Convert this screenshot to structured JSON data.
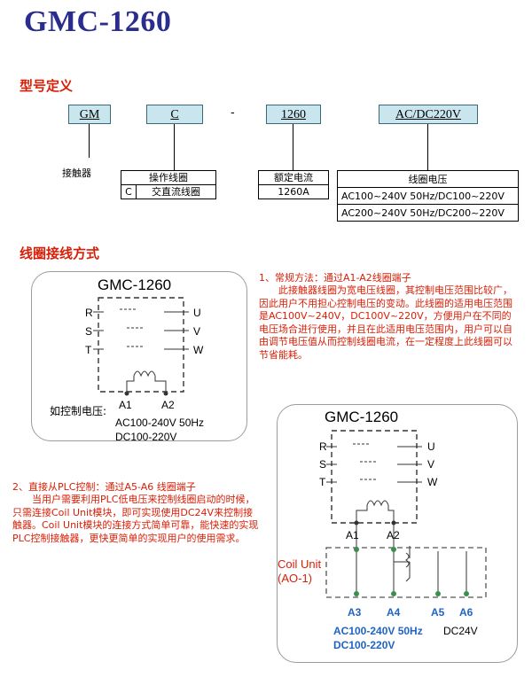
{
  "title": "GMC-1260",
  "model_section": {
    "heading": "型号定义",
    "code_parts": [
      "GM",
      "C",
      "-",
      "1260",
      "AC/DC220V"
    ],
    "gm_desc": "接触器",
    "coil_op": {
      "header": "操作线圈",
      "code": "C",
      "desc": "交直流线圈"
    },
    "rated_current": {
      "header": "额定电流",
      "value": "1260A"
    },
    "coil_voltage": {
      "header": "线圈电压",
      "rows": [
        "AC100~240V 50Hz/DC100~220V",
        "AC200~240V 50Hz/DC200~220V"
      ]
    }
  },
  "wiring_section": {
    "heading": "线圈接线方式",
    "diagram1": {
      "title": "GMC-1260",
      "left_terminals": [
        "R",
        "S",
        "T"
      ],
      "right_terminals": [
        "U",
        "V",
        "W"
      ],
      "coil_terminals": [
        "A1",
        "A2"
      ],
      "control_voltage_label": "如控制电压:",
      "voltage_lines": [
        "AC100-240V  50Hz",
        "DC100-220V"
      ]
    },
    "method1": {
      "heading": "1、常规方法：通过A1-A2线圈端子",
      "body": "此接触器线圈为宽电压线圈，其控制电压范围比较广，因此用户不用担心控制电压的变动。此线圈的适用电压范围是AC100V~240V，DC100V~220V，方便用户在不同的电压场合进行使用，并且在此适用电压范围内，用户可以自由调节电压值从而控制线圈电流，在一定程度上此线圈可以节省能耗。"
    },
    "method2": {
      "heading": "2、直接从PLC控制：通过A5-A6 线圈端子",
      "body": "当用户需要利用PLC低电压来控制线圈启动的时候，只需连接Coil Unit模块，即可实现使用DC24V来控制接触器。Coil Unit模块的连接方式简单可靠，能快速的实现PLC控制接触器，更快更简单的实现用户的使用需求。"
    },
    "diagram2": {
      "title": "GMC-1260",
      "left_terminals": [
        "R",
        "S",
        "T"
      ],
      "right_terminals": [
        "U",
        "V",
        "W"
      ],
      "coil_terminals": [
        "A1",
        "A2"
      ],
      "coil_unit_label": "Coil Unit",
      "coil_unit_model": "(AO-1)",
      "unit_terminals": [
        "A3",
        "A4",
        "A5",
        "A6"
      ],
      "voltage_ac": "AC100-240V  50Hz",
      "voltage_dc24": "DC24V",
      "voltage_dc": "DC100-220V"
    }
  }
}
